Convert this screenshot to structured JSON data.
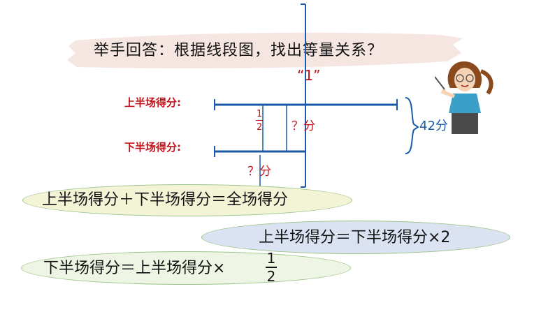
{
  "question": "举手回答：根据线段图，找出等量关系？",
  "diagram": {
    "unit_label": "“1”",
    "first_half_label": "上半场得分:",
    "second_half_label": "下半场得分:",
    "fraction_numerator": "1",
    "fraction_denominator": "2",
    "unknown_first": "？分",
    "unknown_second": "？分",
    "total_label": "42分"
  },
  "equations": {
    "eq1": "上半场得分＋下半场得分＝全场得分",
    "eq2": "上半场得分＝下半场得分×2",
    "eq3_text": "下半场得分＝上半场得分×",
    "eq3_numerator": "1",
    "eq3_denominator": "2"
  },
  "colors": {
    "label_red": "#c0141c",
    "line_blue": "#1a5aa8",
    "ellipse1": "#f3f4d6",
    "ellipse2": "#dbe3f2",
    "ellipse3": "#eef5e4",
    "ellipse_border": "#9bc48a"
  }
}
